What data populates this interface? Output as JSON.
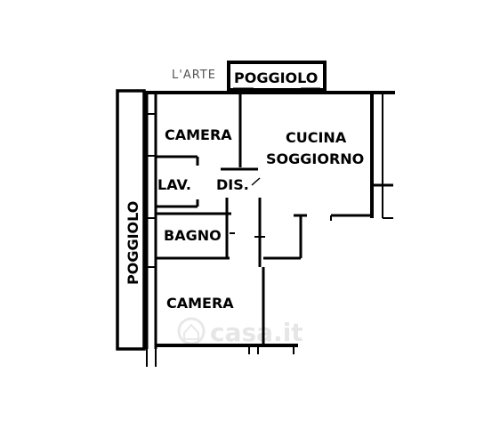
{
  "rooms": {
    "balcony_top": "POGGIOLO",
    "bedroom_top": "CAMERA",
    "kitchen_line1": "CUCINA",
    "kitchen_line2": "SOGGIORNO",
    "laundry": "LAV.",
    "hall": "DIS.",
    "bathroom": "BAGNO",
    "balcony_left": "POGGIOLO",
    "bedroom_bottom": "CAMERA"
  },
  "watermark": {
    "agency_logo": "L'ARTE",
    "portal_logo": "casa.it"
  }
}
